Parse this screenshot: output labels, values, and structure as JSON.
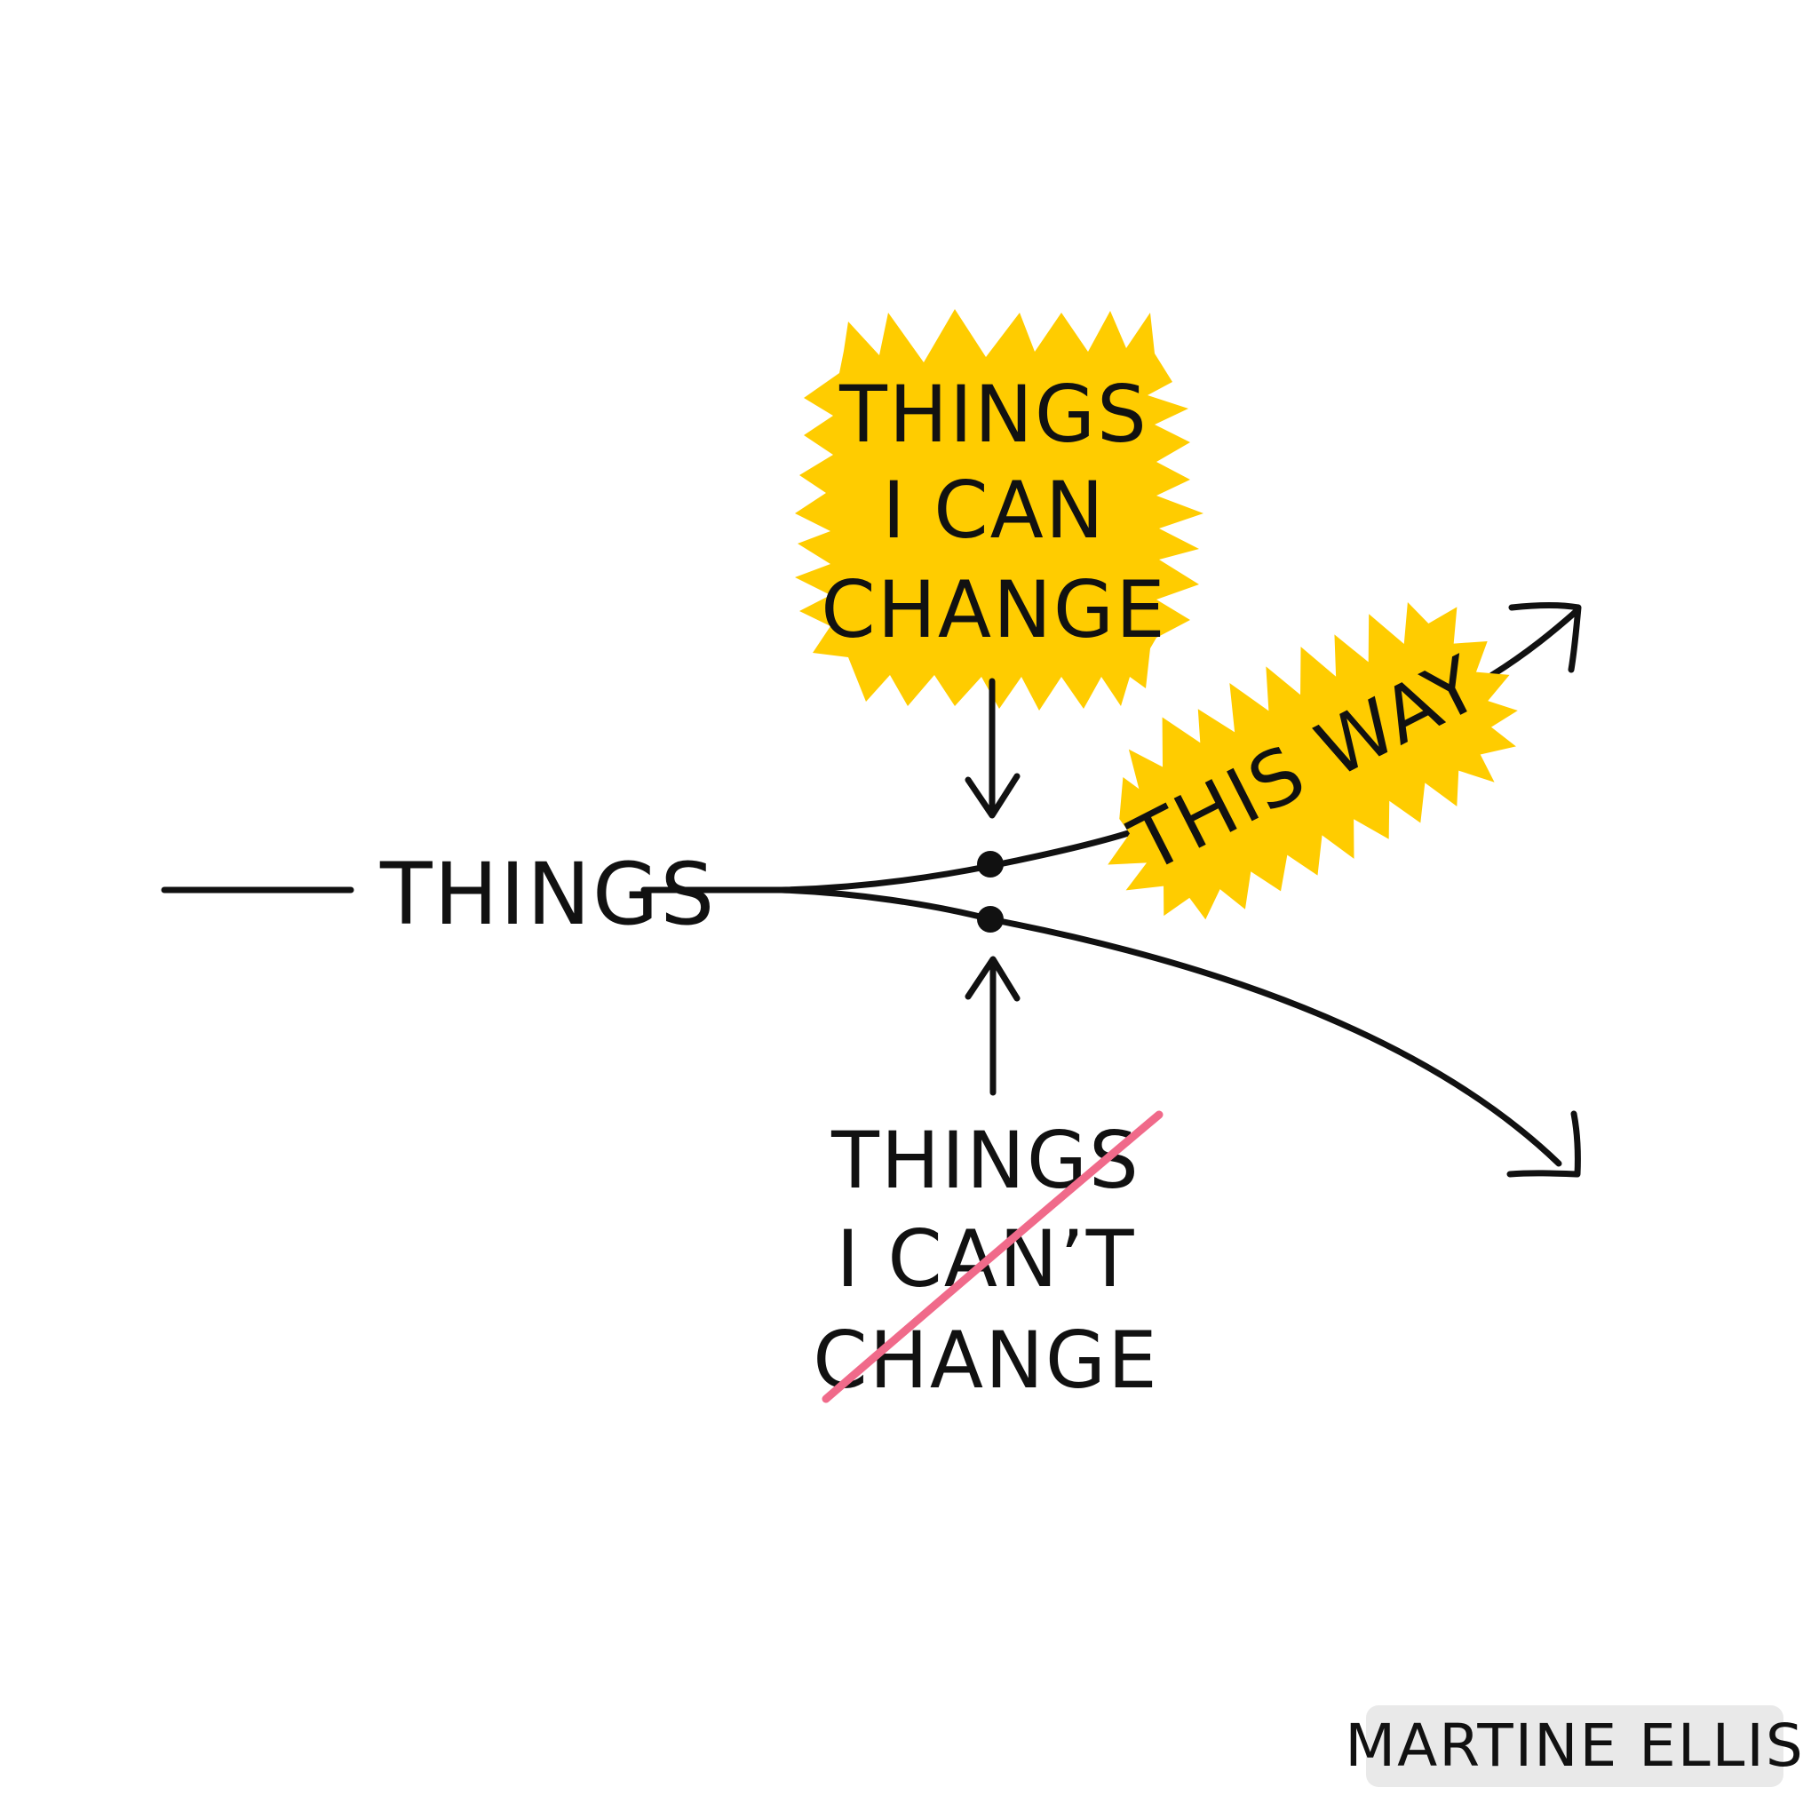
{
  "colors": {
    "ink": "#111111",
    "burst": "#FFCC00",
    "strike": "#F06A8A",
    "credit_bg": "#E9E9E9",
    "background": "#FFFFFF"
  },
  "diagram": {
    "start_label": "THINGS",
    "can_change": {
      "line1": "THINGS",
      "line2": "I CAN",
      "line3": "CHANGE"
    },
    "cant_change": {
      "line1": "THINGS",
      "line2": "I CAN’T",
      "line3": "CHANGE"
    },
    "direction_label": "THIS WAY"
  },
  "credit": "MARTINE ELLIS"
}
